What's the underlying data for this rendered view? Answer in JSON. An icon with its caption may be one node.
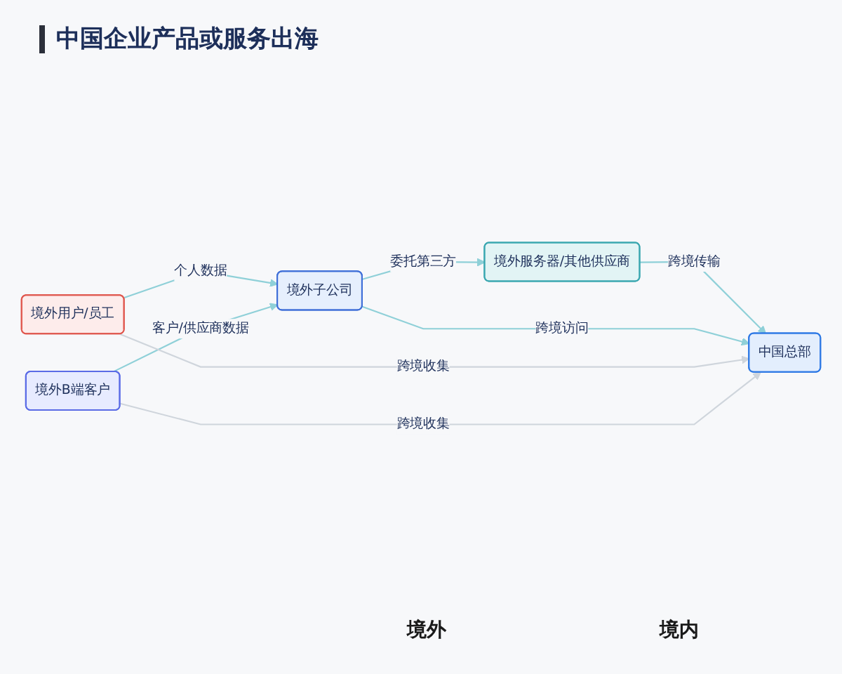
{
  "diagram": {
    "title": "中国企业产品或服务出海",
    "nodes": [
      {
        "text": [
          "境外用户/员工"
        ]
      },
      {
        "text": [
          "境外B端客户"
        ]
      },
      {
        "text": [
          "境外子公司"
        ]
      },
      {
        "text": [
          "境外服务器/其他供应商"
        ]
      },
      {
        "text": [
          "中国总部"
        ]
      }
    ],
    "edges": [
      {
        "from": 0,
        "to": 2,
        "arrow": "to",
        "label": "个人数据"
      },
      {
        "from": 1,
        "to": 2,
        "arrow": "to",
        "label": "客户/供应商数据"
      },
      {
        "from": 2,
        "to": 3,
        "arrow": "to",
        "label": "委托第三方"
      },
      {
        "from": 3,
        "to": 4,
        "arrow": "to",
        "label": "跨境传输"
      },
      {
        "from": 2,
        "to": 4,
        "arrow": "to",
        "label": "跨境访问"
      },
      {
        "from": 0,
        "to": 4,
        "arrow": "to",
        "label": "跨境收集",
        "color": "#cfd5dc"
      },
      {
        "from": 1,
        "to": 4,
        "arrow": "to",
        "label": "跨境收集",
        "color": "#cfd5dc"
      }
    ],
    "labels": [
      "境外",
      "境内"
    ]
  }
}
